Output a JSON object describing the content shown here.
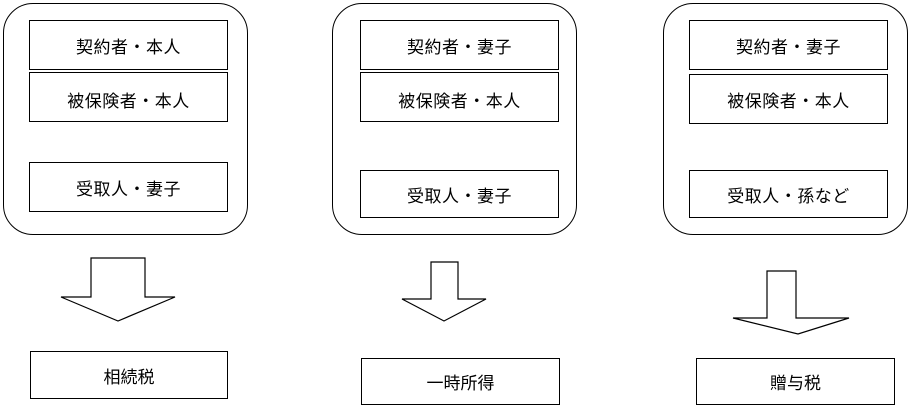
{
  "columns": [
    {
      "contractor": "契約者・本人",
      "insured": "被保険者・本人",
      "beneficiary": "受取人・妻子",
      "tax": "相続税"
    },
    {
      "contractor": "契約者・妻子",
      "insured": "被保険者・本人",
      "beneficiary": "受取人・妻子",
      "tax": "一時所得"
    },
    {
      "contractor": "契約者・妻子",
      "insured": "被保険者・本人",
      "beneficiary": "受取人・孫など",
      "tax": "贈与税"
    }
  ]
}
